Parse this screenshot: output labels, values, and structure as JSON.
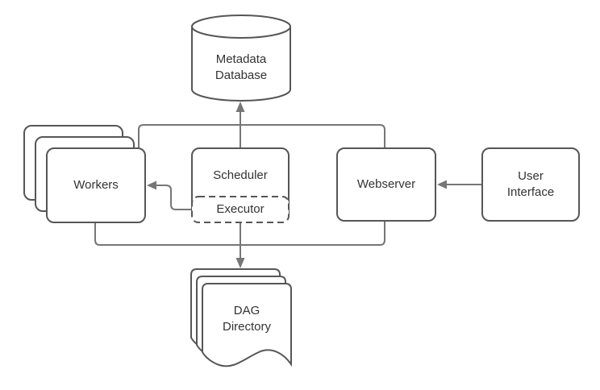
{
  "diagram": {
    "type": "architecture-flowchart",
    "background": "#ffffff",
    "colors": {
      "shape_stroke": "#565656",
      "connector_stroke": "#767676",
      "shape_fill": "#ffffff",
      "text": "#333333"
    },
    "nodes": [
      {
        "id": "metadata-database",
        "shape": "cylinder",
        "label": "Metadata\nDatabase"
      },
      {
        "id": "workers",
        "shape": "stacked-rect",
        "label": "Workers"
      },
      {
        "id": "scheduler",
        "shape": "rect",
        "label": "Scheduler"
      },
      {
        "id": "executor",
        "shape": "dashed-rect",
        "label": "Executor"
      },
      {
        "id": "webserver",
        "shape": "rect",
        "label": "Webserver"
      },
      {
        "id": "user-interface",
        "shape": "rect",
        "label": "User\nInterface"
      },
      {
        "id": "dag-directory",
        "shape": "stacked-document",
        "label": "DAG\nDirectory"
      }
    ],
    "edges": [
      {
        "sources": [
          "workers",
          "scheduler",
          "webserver"
        ],
        "target": "metadata-database",
        "arrow": "into-target"
      },
      {
        "sources": [
          "workers",
          "executor",
          "webserver"
        ],
        "target": "dag-directory",
        "arrow": "into-target"
      },
      {
        "sources": [
          "executor"
        ],
        "target": "workers",
        "arrow": "into-target"
      },
      {
        "sources": [
          "user-interface"
        ],
        "target": "webserver",
        "arrow": "into-target"
      }
    ]
  }
}
